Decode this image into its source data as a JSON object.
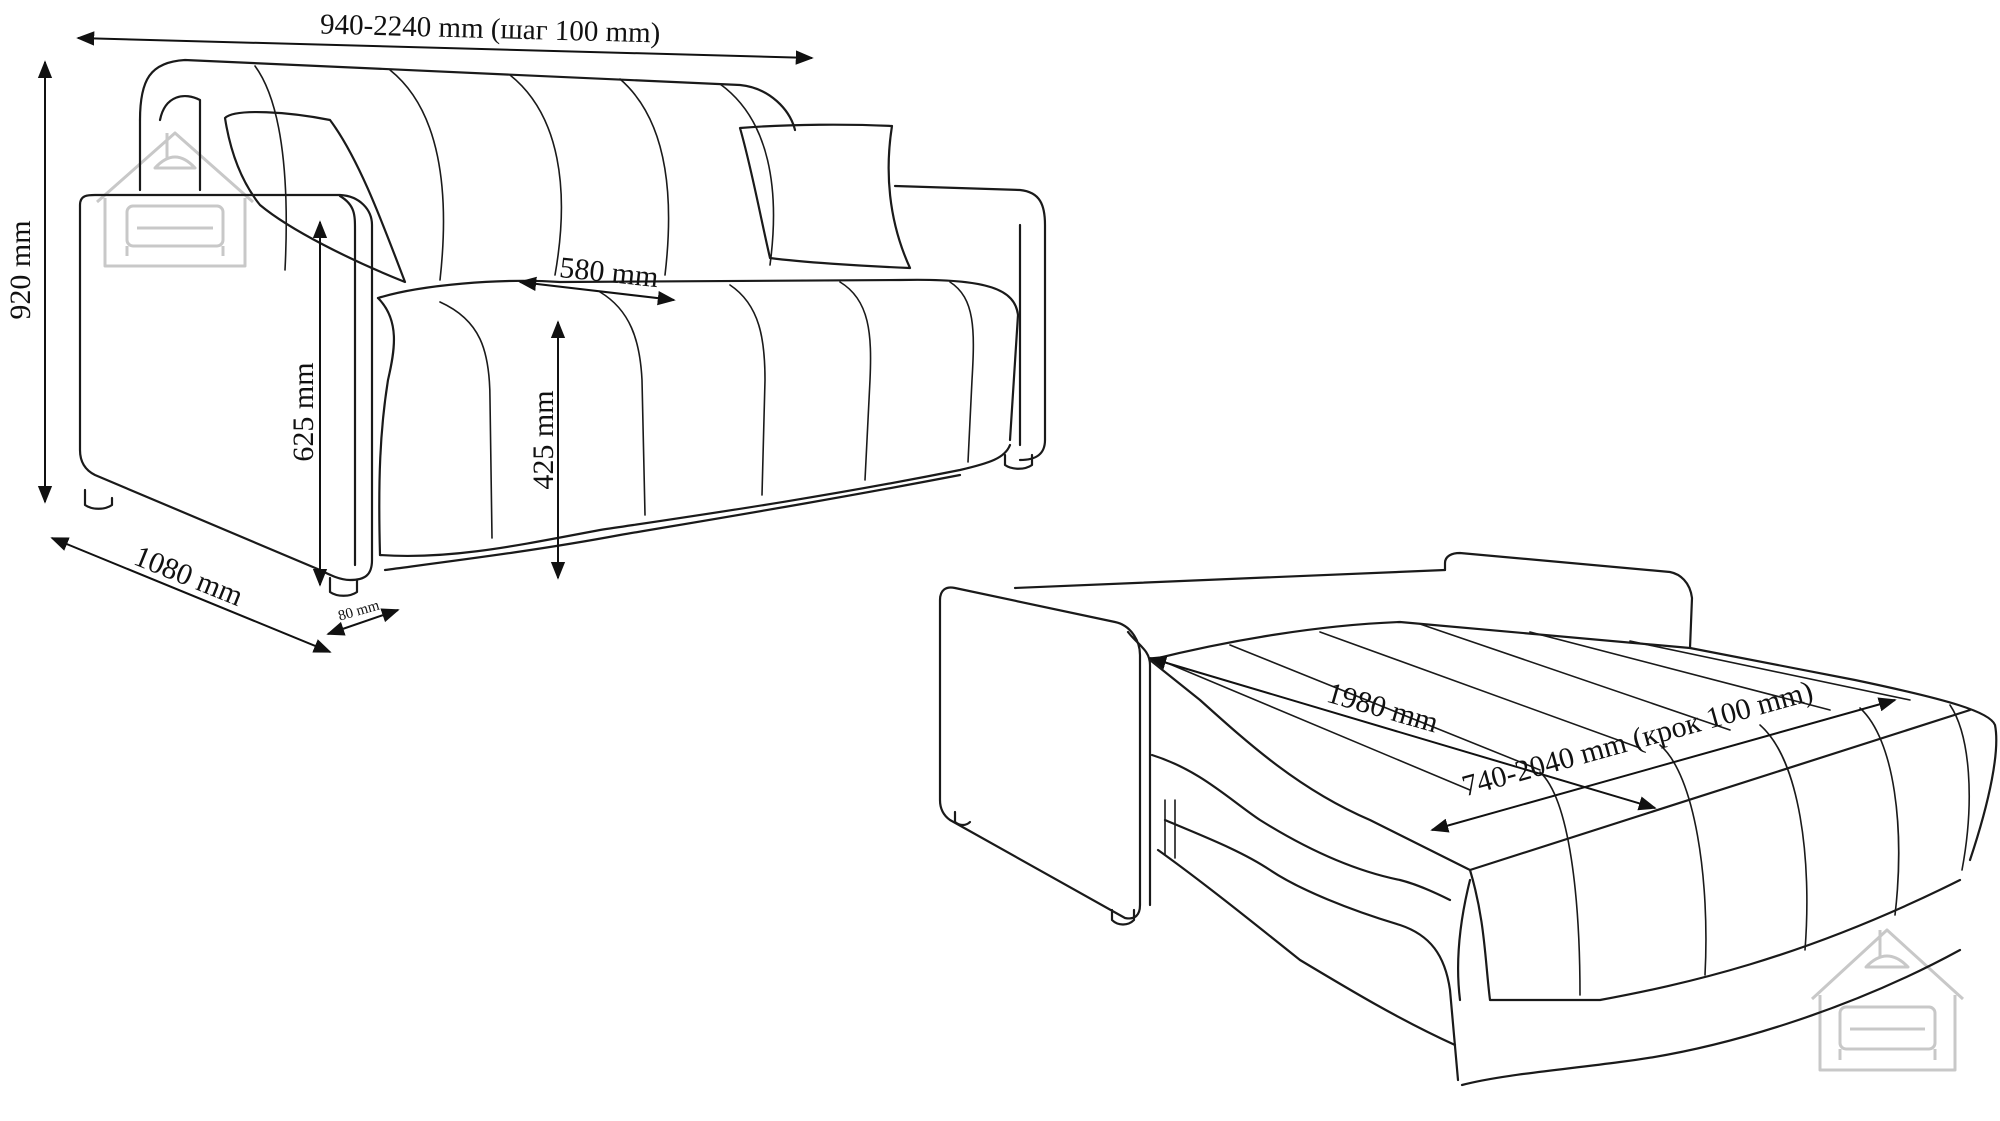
{
  "dimensions": {
    "sofa_width": "940-2240 mm (шаг 100 mm)",
    "sofa_height": "920 mm",
    "armrest_height": "625 mm",
    "seat_height": "425 mm",
    "seat_depth": "580 mm",
    "sofa_depth": "1080 mm",
    "leg_height": "80 mm",
    "bed_length": "1980 mm",
    "bed_width": "740-2040 mm (крок 100 mm)"
  },
  "colors": {
    "line": "#1a1a1a",
    "watermark": "#c8c8c8",
    "background": "#ffffff"
  },
  "icons": {
    "watermark": "house-sofa-logo-icon"
  }
}
